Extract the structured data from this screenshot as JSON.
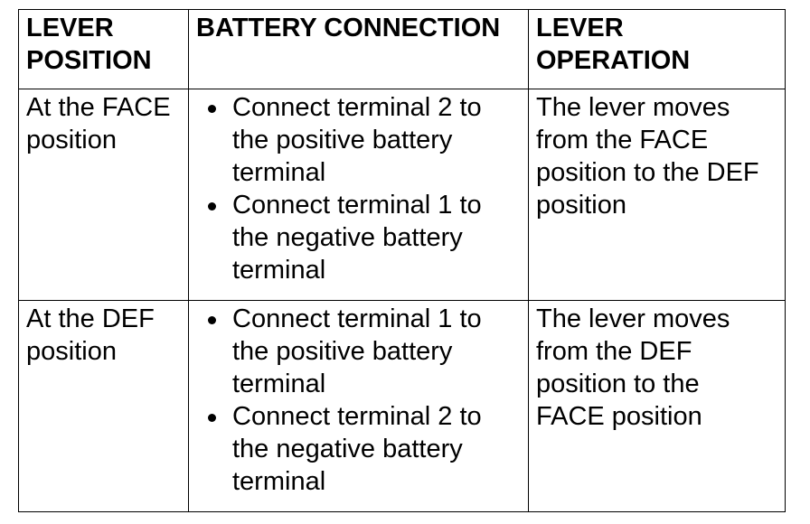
{
  "table": {
    "headers": {
      "lever_position": [
        "LEVER",
        "POSITION"
      ],
      "battery_connection": [
        "BATTERY CONNECTION"
      ],
      "lever_operation": [
        "LEVER",
        "OPERATION"
      ]
    },
    "rows": [
      {
        "position": [
          "At the FACE",
          "position"
        ],
        "connections": [
          [
            "Connect terminal 2 to",
            "the positive battery",
            "terminal"
          ],
          [
            "Connect terminal 1 to",
            "the negative battery",
            "terminal"
          ]
        ],
        "operation": [
          "The lever moves",
          "from the FACE",
          "position to the DEF",
          "position"
        ]
      },
      {
        "position": [
          "At the DEF",
          "position"
        ],
        "connections": [
          [
            "Connect terminal 1 to",
            "the positive battery",
            "terminal"
          ],
          [
            "Connect terminal 2 to",
            "the negative battery",
            "terminal"
          ]
        ],
        "operation": [
          "The lever moves",
          "from the DEF",
          "position to the",
          "FACE position"
        ]
      }
    ]
  }
}
